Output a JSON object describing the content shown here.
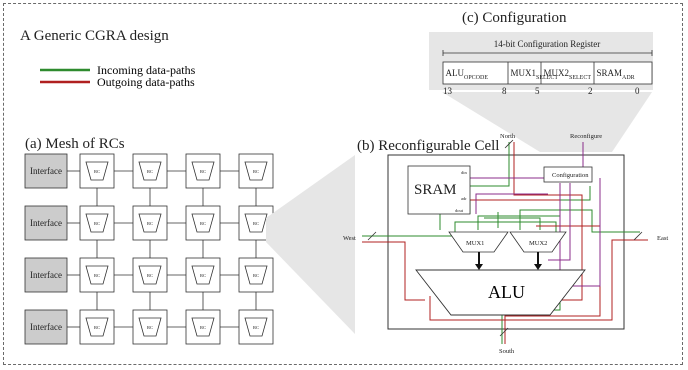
{
  "header": {
    "title": "A Generic CGRA design"
  },
  "legend": {
    "incoming": "Incoming data-paths",
    "outgoing": "Outgoing data-paths",
    "incoming_color": "#2e8b2e",
    "outgoing_color": "#b02020"
  },
  "mesh": {
    "title": "(a) Mesh of RCs",
    "interface_label": "Interface",
    "rc_label": "RC",
    "interface_fill": "#cccccc"
  },
  "config": {
    "title": "(c) Configuration",
    "register_label": "14-bit Configuration Register",
    "fields": [
      {
        "main": "ALU",
        "sub": "OPCODE"
      },
      {
        "main": "MUX1",
        "sub": "SELECT"
      },
      {
        "main": "MUX2",
        "sub": "SELECT"
      },
      {
        "main": "SRAM",
        "sub": "ADR"
      }
    ],
    "bit_numbers": [
      "13",
      "8",
      "5",
      "2",
      "0"
    ]
  },
  "cell": {
    "title": "(b) Reconfigurable Cell",
    "north": "North",
    "south": "South",
    "east": "East",
    "west": "West",
    "reconfigure": "Reconfigure",
    "sram": "SRAM",
    "mux1": "MUX1",
    "mux2": "MUX2",
    "alu": "ALU",
    "configuration": "Configuration",
    "purple_color": "#8b2c8b"
  }
}
